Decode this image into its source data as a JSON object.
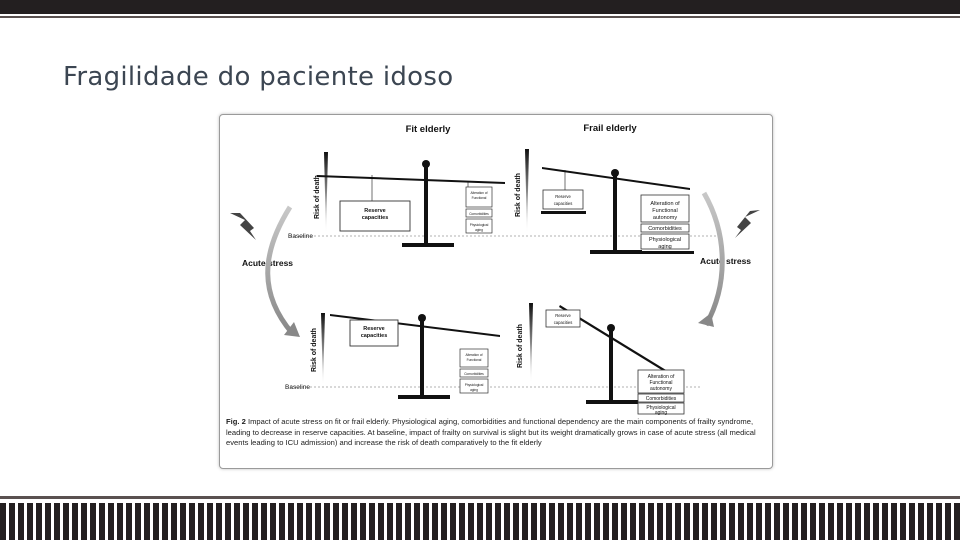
{
  "slide": {
    "title": "Fragilidade do paciente idoso"
  },
  "figure": {
    "headers": {
      "fit": "Fit elderly",
      "frail": "Frail elderly"
    },
    "risk_axis_label": "Risk of death",
    "baseline_label": "Baseline",
    "acute_stress_label": "Acute stress",
    "weights": {
      "reserve": "Reserve capacities",
      "reserve_line1": "Reserve",
      "reserve_line2": "capacities",
      "functional_line1": "Alteration of",
      "functional_line2": "Functional",
      "functional_line3": "autonomy",
      "comorbidities": "Comorbidities",
      "aging_line1": "Physiological",
      "aging_line2": "aging"
    },
    "caption": {
      "fig_label": "Fig. 2",
      "text": "Impact of acute stress on fit or frail elderly. Physiological aging, comorbidities and functional dependency are the main components of frailty syndrome, leading to decrease in reserve capacities. At baseline, impact of frailty on survival is slight but its weight dramatically grows in case of acute stress (all medical events leading to ICU admission) and increase the risk of death comparatively to the fit elderly"
    }
  }
}
